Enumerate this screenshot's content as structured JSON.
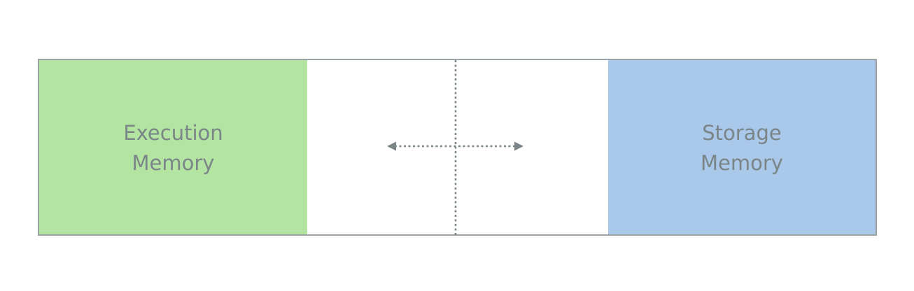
{
  "diagram": {
    "regions": [
      {
        "label": "Execution\nMemory",
        "color": "#b3e4a2"
      },
      {
        "label": "Storage\nMemory",
        "color": "#a9c8ea"
      }
    ],
    "boundary": {
      "style": "dotted",
      "color": "#7a8587",
      "arrow": "bidirectional-horizontal"
    },
    "border_color": "#9aa4a6"
  }
}
